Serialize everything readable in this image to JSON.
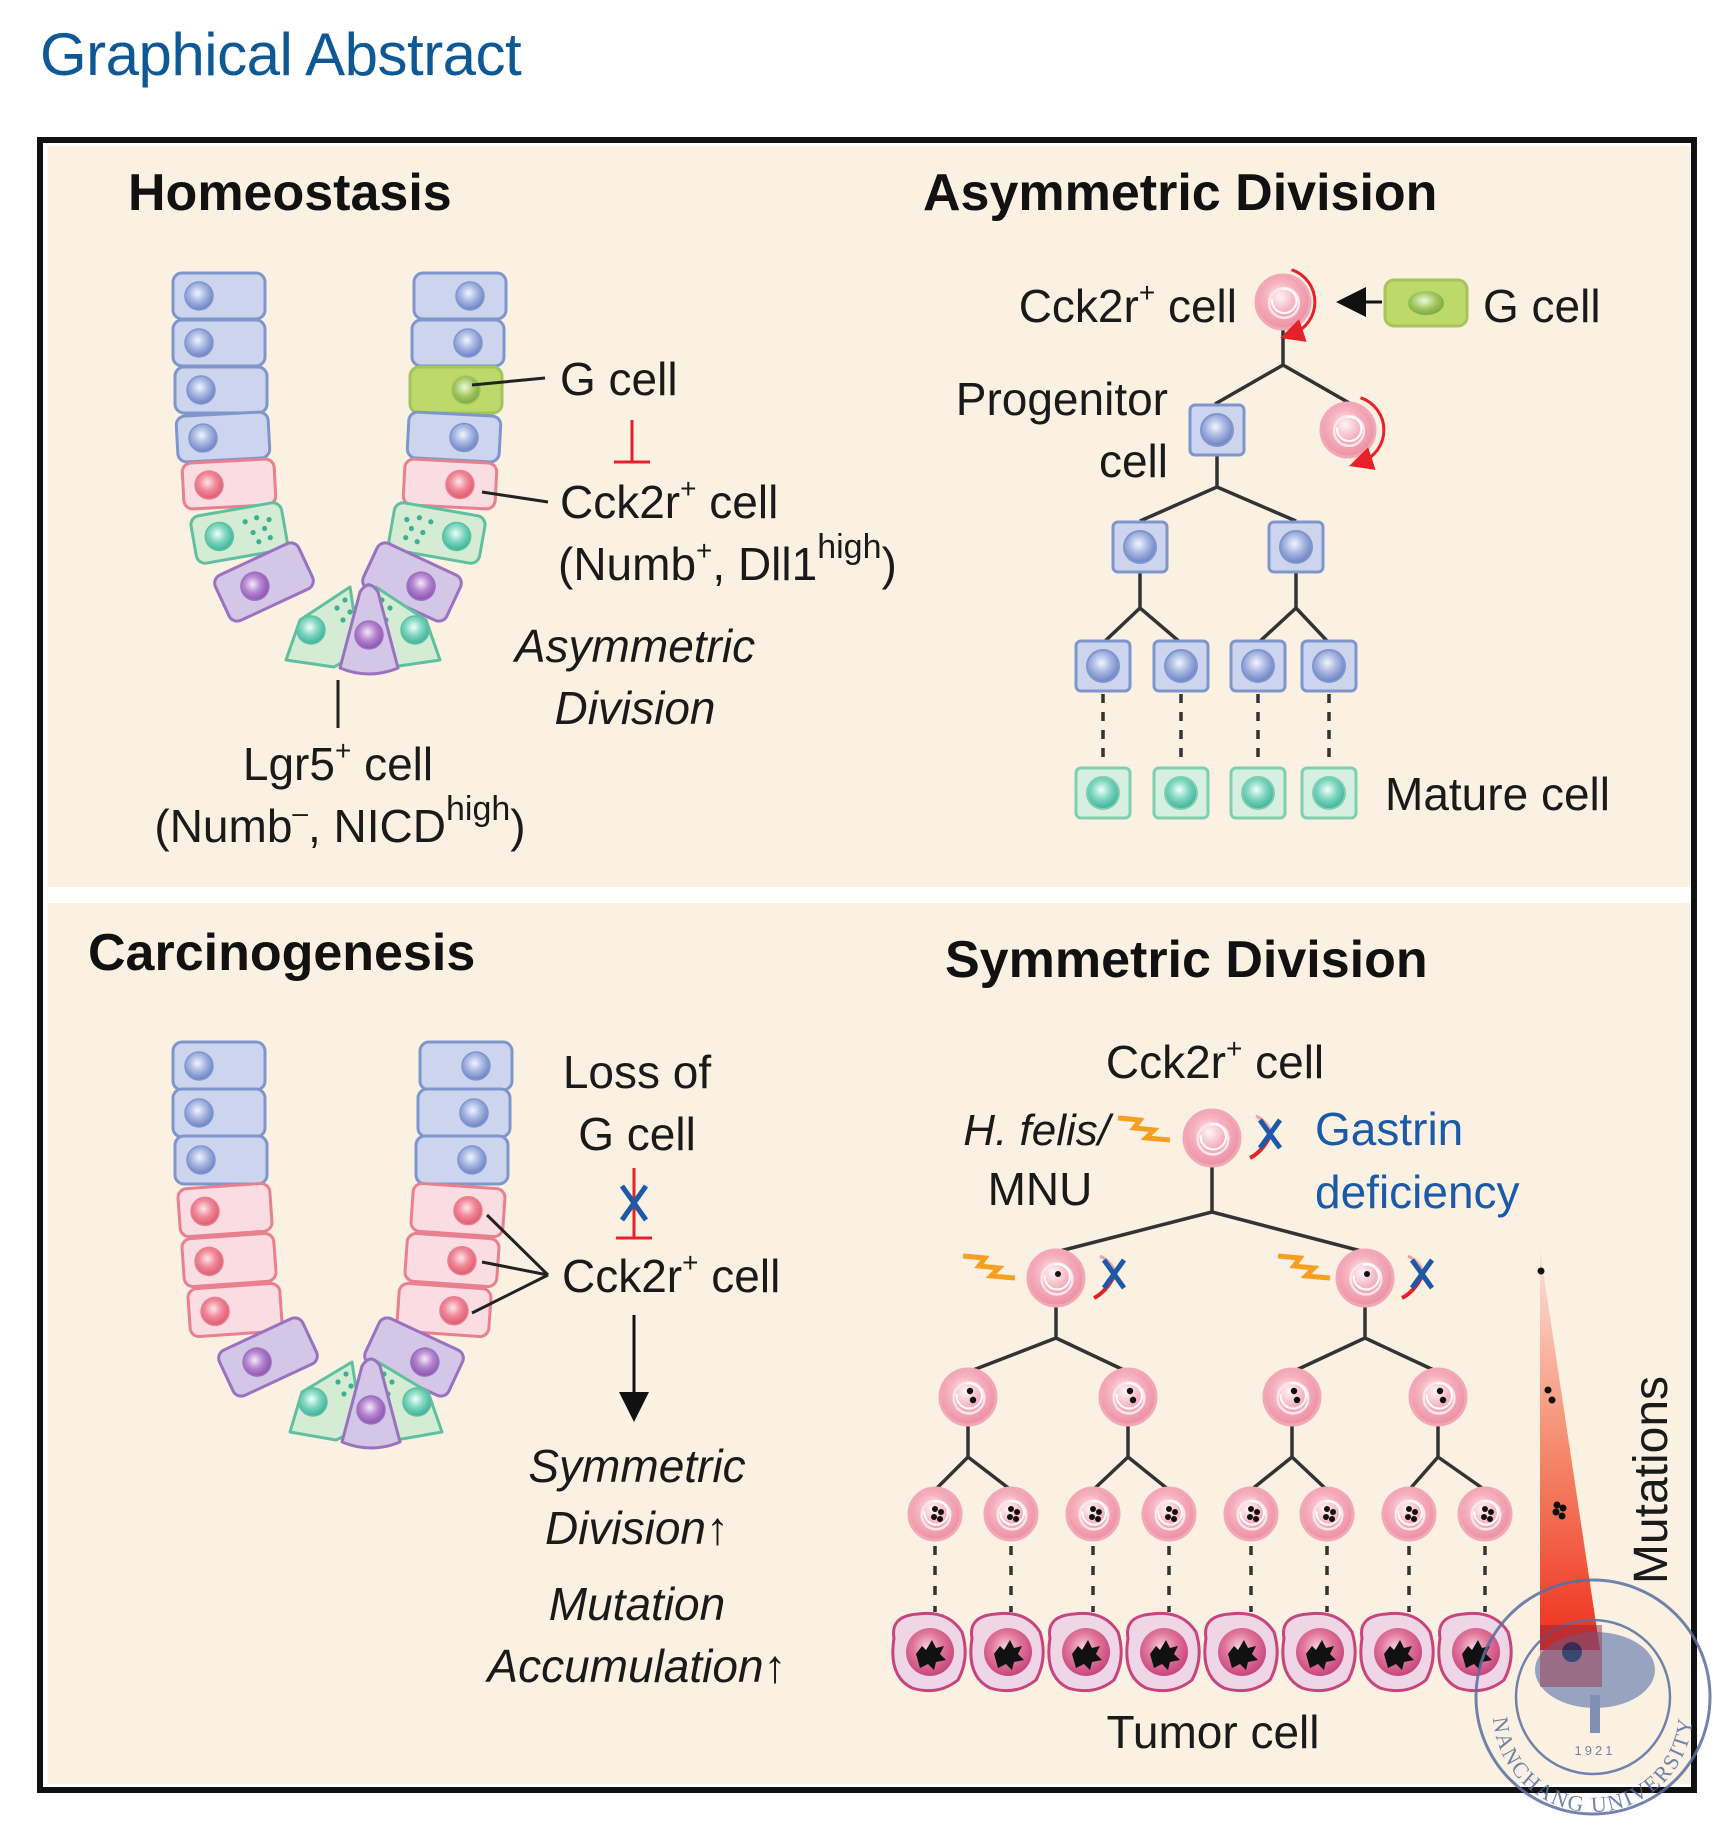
{
  "header": {
    "title": "Graphical Abstract"
  },
  "colors": {
    "title": "#0e5896",
    "panel_bg": "#fbf1e2",
    "border": "#111111",
    "surface_cell": "#ccd4ee",
    "g_cell": "#bcd96a",
    "cck2r_cell": "#fadde2",
    "mucous_neck_cell": "#d4ecd4",
    "lgr5_cell": "#d4c6e6",
    "tumor_cell": "#d4547e",
    "inhibition": "#e8202a",
    "block_x": "#1a5aa8",
    "injury_bolt": "#f5a020",
    "mutation_wedge": "#f04a2e",
    "seal": "#5a6fa0"
  },
  "panels": {
    "homeostasis": {
      "heading": "Homeostasis",
      "labels": {
        "g_cell": "G cell",
        "cck2r_cell": "Cck2r",
        "cck2r_sup": "+",
        "cck2r_suffix": " cell",
        "cck2r_markers_pre": "(Numb",
        "cck2r_markers_sup1": "+",
        "cck2r_markers_mid": ", Dll1",
        "cck2r_markers_sup2": "high",
        "cck2r_markers_post": ")",
        "process_line1": "Asymmetric",
        "process_line2": "Division",
        "lgr5_cell": "Lgr5",
        "lgr5_sup": "+",
        "lgr5_suffix": " cell",
        "lgr5_markers_pre": "(Numb",
        "lgr5_markers_sup1": "–",
        "lgr5_markers_mid": ", NICD",
        "lgr5_markers_sup2": "high",
        "lgr5_markers_post": ")"
      }
    },
    "asymmetric_division": {
      "heading": "Asymmetric Division",
      "labels": {
        "cck2r_cell": "Cck2r",
        "cck2r_sup": "+",
        "cck2r_suffix": " cell",
        "g_cell": "G cell",
        "progenitor_line1": "Progenitor",
        "progenitor_line2": "cell",
        "mature_cell": "Mature cell"
      },
      "tree": {
        "progenitor_generations": 3,
        "mature_cells": 4,
        "self_renewing_cck2r": 1
      }
    },
    "carcinogenesis": {
      "heading": "Carcinogenesis",
      "labels": {
        "loss_line1": "Loss of",
        "loss_line2": "G cell",
        "cck2r_cell": "Cck2r",
        "cck2r_sup": "+",
        "cck2r_suffix": " cell",
        "outcome1_line1": "Symmetric",
        "outcome1_line2": "Division↑",
        "outcome2_line1": "Mutation",
        "outcome2_line2": "Accumulation↑"
      }
    },
    "symmetric_division": {
      "heading": "Symmetric Division",
      "labels": {
        "cck2r_cell": "Cck2r",
        "cck2r_sup": "+",
        "cck2r_suffix": " cell",
        "injury_line1": "H. felis/",
        "injury_line2": "MNU",
        "gastrin_line1": "Gastrin",
        "gastrin_line2": "deficiency",
        "tumor_cell": "Tumor cell",
        "mutations_axis": "Mutations"
      },
      "tree": {
        "generations": [
          1,
          2,
          4,
          8
        ],
        "tumor_cells": 8
      }
    }
  },
  "watermark": {
    "text": "NANCHANG UNIVERSITY",
    "year": "1921"
  }
}
